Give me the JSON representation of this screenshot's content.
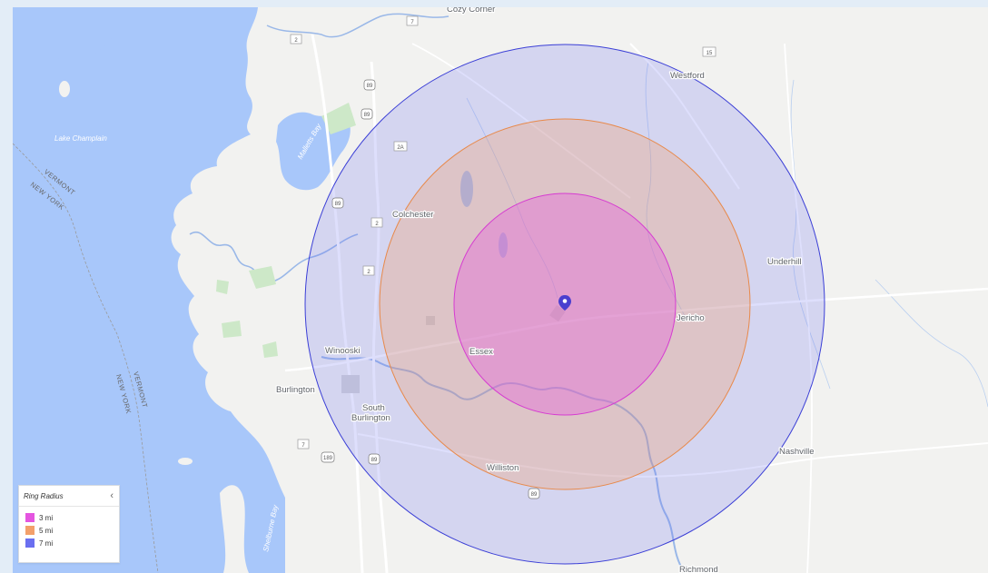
{
  "map": {
    "places": [
      {
        "id": "cozy-corner",
        "label": "Cozy Corner"
      },
      {
        "id": "westford",
        "label": "Westford"
      },
      {
        "id": "colchester",
        "label": "Colchester"
      },
      {
        "id": "underhill",
        "label": "Underhill"
      },
      {
        "id": "jericho",
        "label": "Jericho"
      },
      {
        "id": "essex",
        "label": "Essex"
      },
      {
        "id": "winooski",
        "label": "Winooski"
      },
      {
        "id": "burlington",
        "label": "Burlington"
      },
      {
        "id": "south-burlington-1",
        "label": "South"
      },
      {
        "id": "south-burlington-2",
        "label": "Burlington"
      },
      {
        "id": "nashville",
        "label": "Nashville"
      },
      {
        "id": "williston",
        "label": "Williston"
      },
      {
        "id": "richmond",
        "label": "Richmond"
      }
    ],
    "water_labels": [
      {
        "id": "lake-champlain",
        "label": "Lake Champlain"
      },
      {
        "id": "mallets-bay",
        "label": "Malletts Bay"
      },
      {
        "id": "shelburne-bay",
        "label": "Shelburne Bay"
      }
    ],
    "border_labels": [
      {
        "id": "vermont-north",
        "label": "VERMONT"
      },
      {
        "id": "new-york-north",
        "label": "NEW YORK"
      },
      {
        "id": "new-york-south",
        "label": "NEW YORK"
      },
      {
        "id": "vermont-south",
        "label": "VERMONT"
      }
    ],
    "road_shields": [
      {
        "id": "route-7-north",
        "label": "7"
      },
      {
        "id": "route-2-north",
        "label": "2"
      },
      {
        "id": "route-15-north",
        "label": "15"
      },
      {
        "id": "i89-north-1",
        "label": "89"
      },
      {
        "id": "i89-north-2",
        "label": "89"
      },
      {
        "id": "route-2a",
        "label": "2A"
      },
      {
        "id": "route-2-mid",
        "label": "2"
      },
      {
        "id": "route-2-lower",
        "label": "2"
      },
      {
        "id": "i89-mid",
        "label": "89"
      },
      {
        "id": "route-7-south",
        "label": "7"
      },
      {
        "id": "i189",
        "label": "189"
      },
      {
        "id": "i89-south",
        "label": "89"
      },
      {
        "id": "i89-williston",
        "label": "89"
      }
    ],
    "rings": [
      {
        "radius_miles": 7,
        "stroke": "#3b3fd6",
        "fill": "#6a6ff0"
      },
      {
        "radius_miles": 5,
        "stroke": "#e8894a",
        "fill": "#f3a06b"
      },
      {
        "radius_miles": 3,
        "stroke": "#d63cd1",
        "fill": "#e455e0"
      }
    ],
    "pin_color": "#4a3fcf"
  },
  "legend": {
    "title": "Ring Radius",
    "collapse_icon": "chevron-left-icon",
    "collapse_glyph": "‹",
    "items": [
      {
        "label": "3 mi",
        "color": "#e455e0"
      },
      {
        "label": "5 mi",
        "color": "#f3a06b"
      },
      {
        "label": "7 mi",
        "color": "#6a6ff0"
      }
    ]
  }
}
